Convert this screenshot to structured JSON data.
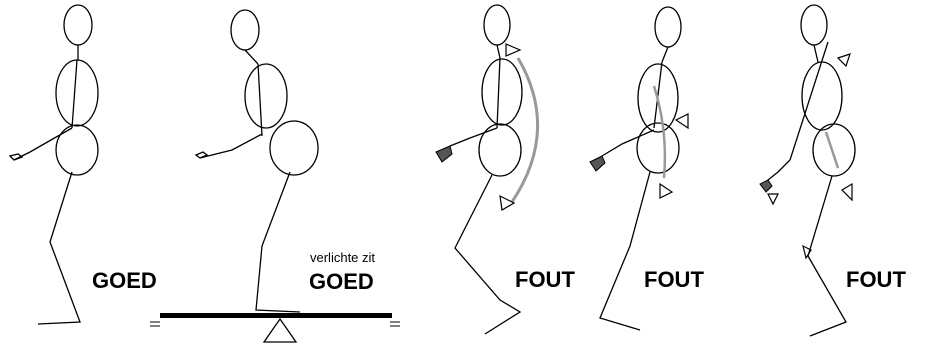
{
  "labels": {
    "fig1": "GOED",
    "fig2_note": "verlichte zit",
    "fig2": "GOED",
    "fig3": "FOUT",
    "fig4": "FOUT",
    "fig5": "FOUT"
  },
  "colors": {
    "line": "#000000",
    "marker": "#777777",
    "curve": "#999999",
    "hand_fill": "#555555"
  }
}
